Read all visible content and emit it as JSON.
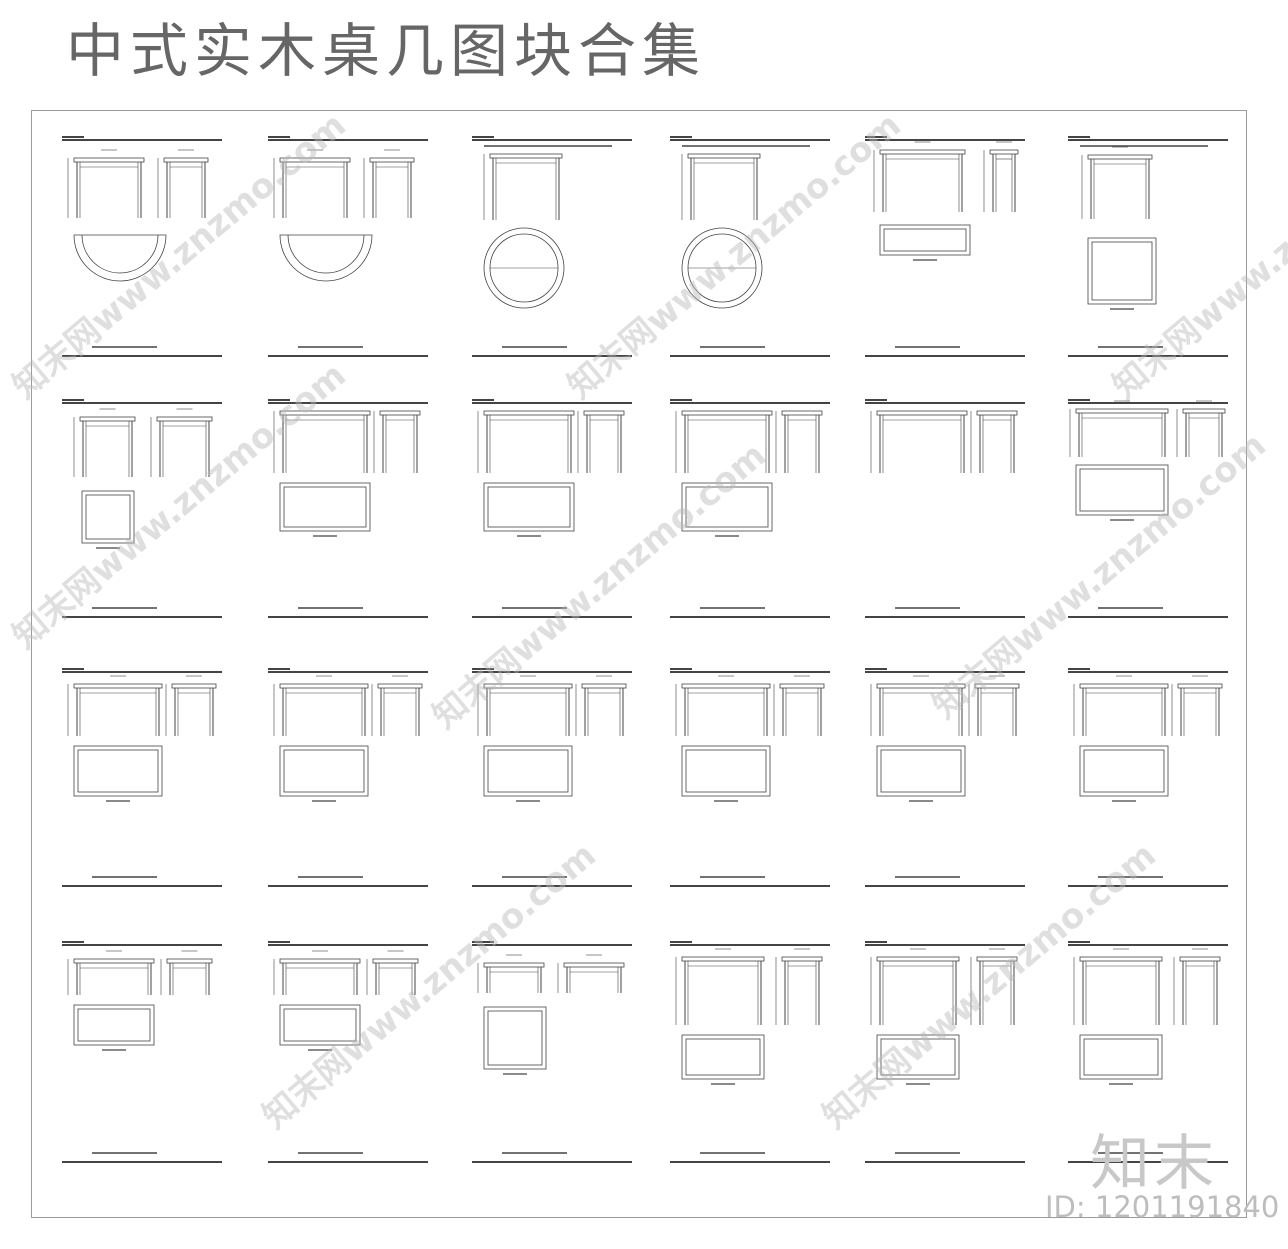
{
  "title": "中式实木桌几图块合集",
  "drawing": {
    "columns": 6,
    "rows": 4,
    "stroke_color": "#444444",
    "frame_color": "#9a9a9a"
  },
  "watermark": {
    "site_text": "知末网www.znzmo.com",
    "logo_text": "知末",
    "id_text": "ID: 1201191840",
    "color": "#b9b9b9"
  }
}
